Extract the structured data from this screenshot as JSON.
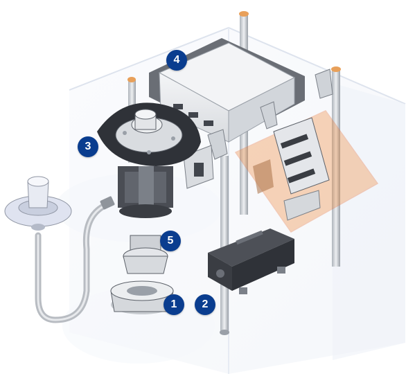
{
  "colors": {
    "callout": "#0a3d8f",
    "housing": "#c9d4e6",
    "metal": "#9aa0a8",
    "dark": "#2f3238",
    "highlight": "#f08a3a",
    "tube": "#b8bcc2"
  },
  "callouts": [
    {
      "id": "c1",
      "label": "1"
    },
    {
      "id": "c2",
      "label": "2"
    },
    {
      "id": "c3",
      "label": "3"
    },
    {
      "id": "c4",
      "label": "4"
    },
    {
      "id": "c5",
      "label": "5"
    }
  ]
}
